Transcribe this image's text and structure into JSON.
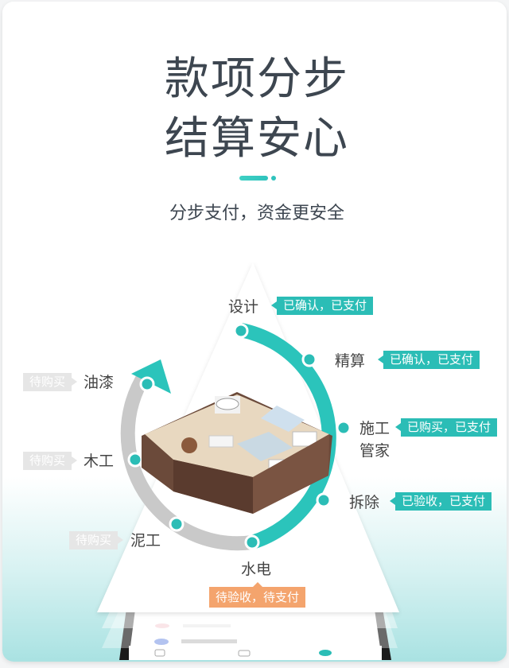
{
  "header": {
    "title_line1": "款项分步",
    "title_line2": "结算安心",
    "subtitle": "分步支付，资金更安全"
  },
  "colors": {
    "accent_teal": "#2bbdb6",
    "pending_gray": "#e6e6e6",
    "warning_orange": "#f4a46d",
    "text_dark": "#3d4650"
  },
  "steps": [
    {
      "name": "设计",
      "status": "已确认，已支付",
      "state": "done"
    },
    {
      "name": "精算",
      "status": "已确认，已支付",
      "state": "done"
    },
    {
      "name": "施工管家",
      "name_line1": "施工",
      "name_line2": "管家",
      "status": "已购买，已支付",
      "state": "done"
    },
    {
      "name": "拆除",
      "status": "已验收，已支付",
      "state": "done"
    },
    {
      "name": "水电",
      "status": "待验收，待支付",
      "state": "current"
    },
    {
      "name": "泥工",
      "status": "待购买",
      "state": "pending"
    },
    {
      "name": "木工",
      "status": "待购买",
      "state": "pending"
    },
    {
      "name": "油漆",
      "status": "待购买",
      "state": "pending"
    }
  ],
  "icons": {
    "cycle_arrow": "arrow-head-icon",
    "house": "floorplan-3d-image"
  }
}
